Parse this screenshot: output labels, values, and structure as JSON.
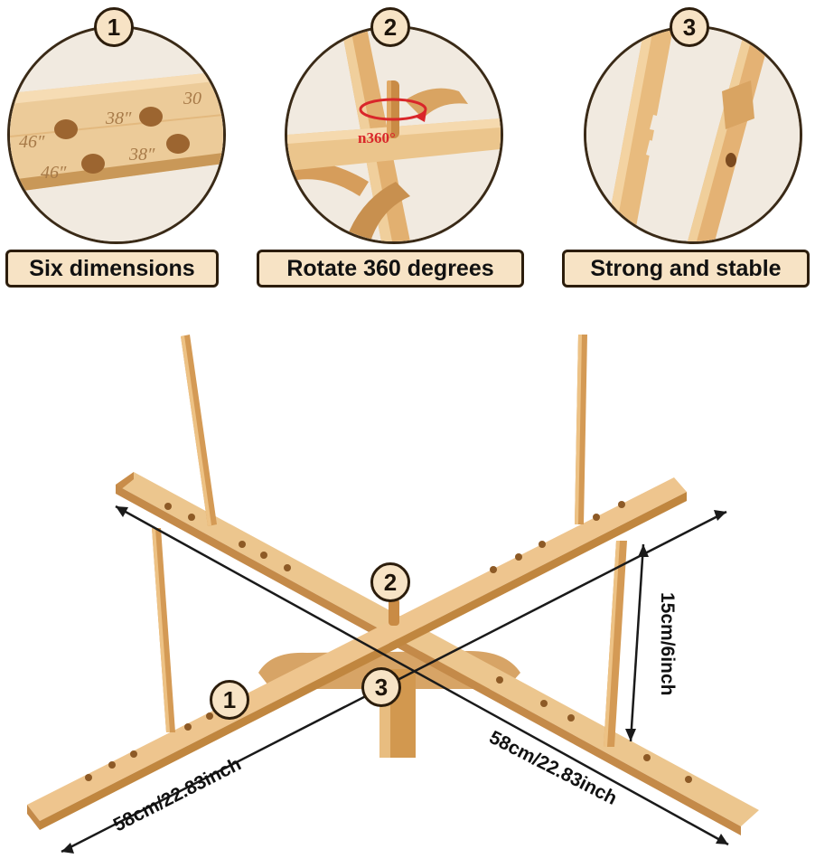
{
  "features": [
    {
      "number": "1",
      "caption": "Six dimensions",
      "marks": [
        "46″",
        "38″",
        "30",
        "46″",
        "38″"
      ]
    },
    {
      "number": "2",
      "caption": "Rotate 360 degrees",
      "rotation_label": "n360°"
    },
    {
      "number": "3",
      "caption": "Strong and stable"
    }
  ],
  "main_badges": [
    "1",
    "2",
    "3"
  ],
  "dimensions": {
    "left_arm": "58cm/22.83inch",
    "right_arm": "58cm/22.83inch",
    "height": "15cm/6inch"
  },
  "colors": {
    "wood_light": "#eec58e",
    "wood_mid": "#dba466",
    "wood_dark": "#b98043",
    "badge_fill": "#f7e3c5",
    "outline": "#2c1d0c",
    "rotation_arrow": "#d9262a"
  }
}
